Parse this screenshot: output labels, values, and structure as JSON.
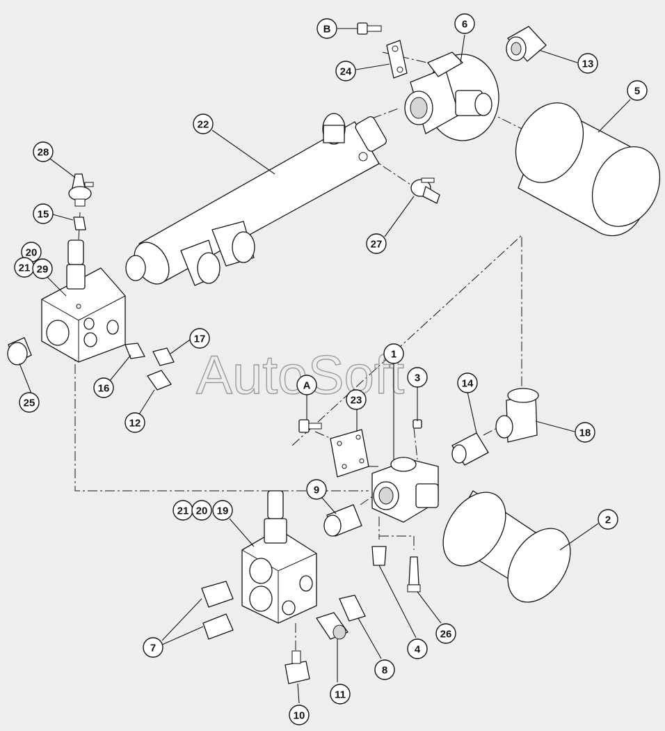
{
  "watermark": "AutoSoft",
  "callouts": [
    {
      "key": "B",
      "label": "B"
    },
    {
      "key": "6",
      "label": "6"
    },
    {
      "key": "13",
      "label": "13"
    },
    {
      "key": "24",
      "label": "24"
    },
    {
      "key": "5",
      "label": "5"
    },
    {
      "key": "22",
      "label": "22"
    },
    {
      "key": "28",
      "label": "28"
    },
    {
      "key": "15",
      "label": "15"
    },
    {
      "key": "27",
      "label": "27"
    },
    {
      "key": "20a",
      "label": "20"
    },
    {
      "key": "21a",
      "label": "21"
    },
    {
      "key": "29",
      "label": "29"
    },
    {
      "key": "17",
      "label": "17"
    },
    {
      "key": "25",
      "label": "25"
    },
    {
      "key": "16",
      "label": "16"
    },
    {
      "key": "12",
      "label": "12"
    },
    {
      "key": "1",
      "label": "1"
    },
    {
      "key": "3",
      "label": "3"
    },
    {
      "key": "A",
      "label": "A"
    },
    {
      "key": "23",
      "label": "23"
    },
    {
      "key": "14",
      "label": "14"
    },
    {
      "key": "18",
      "label": "18"
    },
    {
      "key": "9",
      "label": "9"
    },
    {
      "key": "21b",
      "label": "21"
    },
    {
      "key": "20b",
      "label": "20"
    },
    {
      "key": "19",
      "label": "19"
    },
    {
      "key": "2",
      "label": "2"
    },
    {
      "key": "7",
      "label": "7"
    },
    {
      "key": "4",
      "label": "4"
    },
    {
      "key": "26",
      "label": "26"
    },
    {
      "key": "8",
      "label": "8"
    },
    {
      "key": "11",
      "label": "11"
    },
    {
      "key": "10",
      "label": "10"
    }
  ]
}
